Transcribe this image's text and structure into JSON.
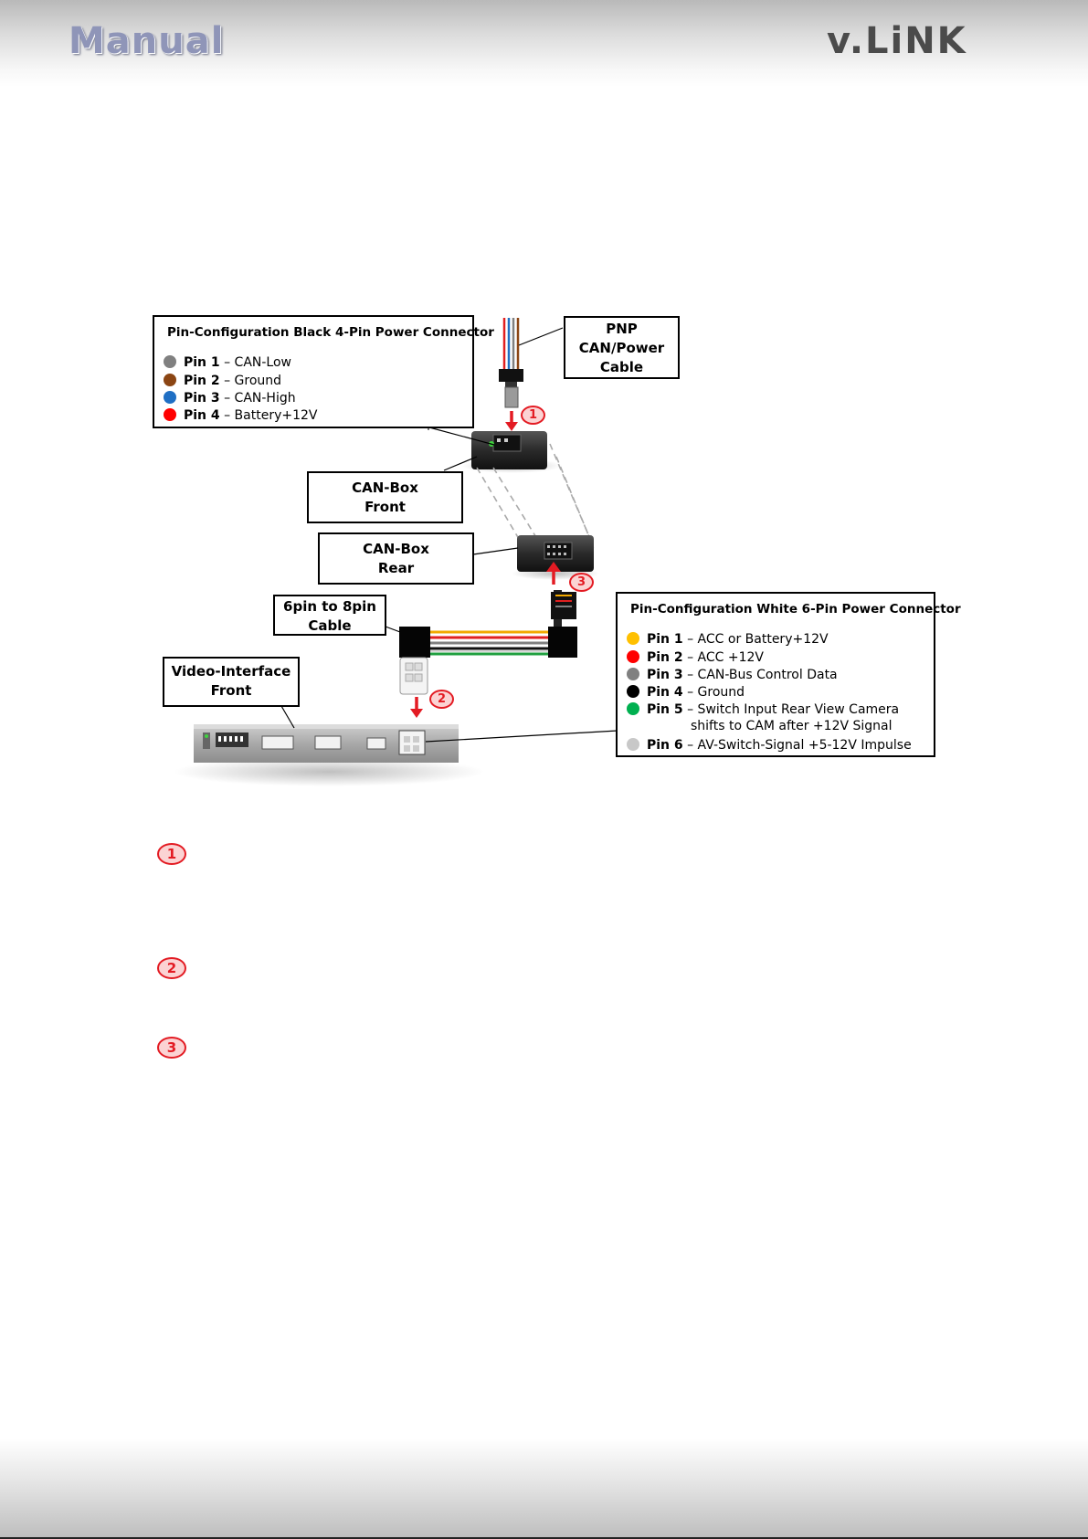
{
  "header": {
    "left_logo": "Manual",
    "right_logo": "v.LiNK"
  },
  "diagram": {
    "black_connector": {
      "title": "Pin-Configuration  Black 4-Pin Power Connector",
      "pins": [
        {
          "pin": "Pin 1",
          "desc": " – CAN-Low",
          "color": "#808080"
        },
        {
          "pin": "Pin 2",
          "desc": " – Ground",
          "color": "#8b4513"
        },
        {
          "pin": "Pin 3",
          "desc": " – CAN-High",
          "color": "#1f6fc4"
        },
        {
          "pin": "Pin 4",
          "desc": " – Battery+12V",
          "color": "#ff0000"
        }
      ]
    },
    "pnp_label": "PNP\nCAN/Power\nCable",
    "canbox_front_label": "CAN-Box\nFront",
    "canbox_rear_label": "CAN-Box\nRear",
    "cable_label": "6pin to 8pin\nCable",
    "video_interface_label": "Video-Interface\nFront",
    "white_connector": {
      "title": "Pin-Configuration White 6-Pin Power Connector",
      "pins": [
        {
          "pin": "Pin 1",
          "desc": " – ACC or Battery+12V",
          "color": "#ffc000",
          "sub": ""
        },
        {
          "pin": "Pin 2",
          "desc": " – ACC +12V",
          "color": "#ff0000",
          "sub": ""
        },
        {
          "pin": "Pin 3",
          "desc": " – CAN-Bus Control Data",
          "color": "#808080",
          "sub": ""
        },
        {
          "pin": "Pin 4",
          "desc": " – Ground",
          "color": "#000000",
          "sub": ""
        },
        {
          "pin": "Pin 5",
          "desc": " – Switch Input Rear View Camera",
          "color": "#00b050",
          "sub": "shifts to CAM after +12V Signal"
        },
        {
          "pin": "Pin 6",
          "desc": " – AV-Switch-Signal +5-12V Impulse",
          "color": "#c8c8c8",
          "sub": ""
        }
      ]
    },
    "step_markers": [
      "1",
      "2",
      "3"
    ]
  },
  "steps": [
    {
      "number": "1"
    },
    {
      "number": "2"
    },
    {
      "number": "3"
    }
  ]
}
